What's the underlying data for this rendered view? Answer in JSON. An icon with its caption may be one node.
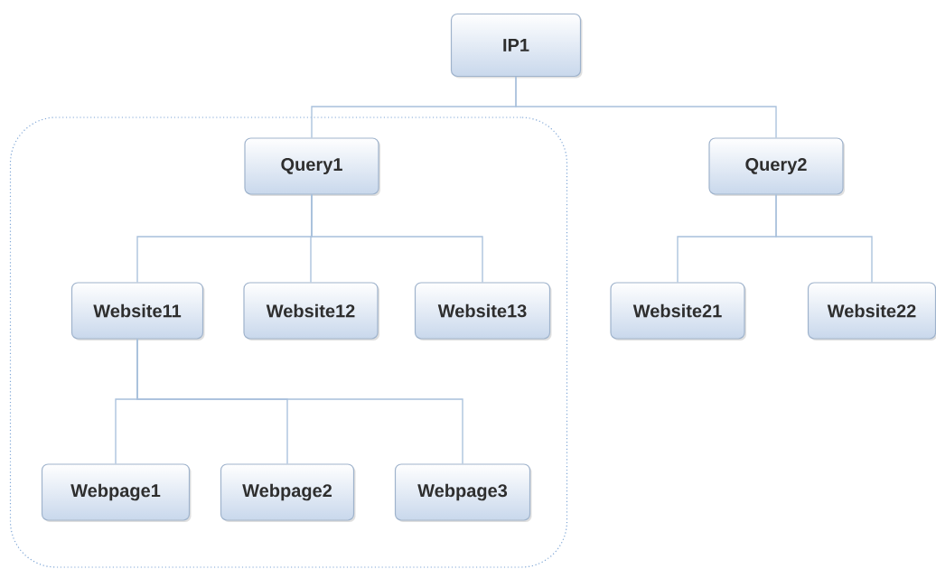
{
  "diagram": {
    "nodes": [
      {
        "text": [
          "IP1"
        ]
      },
      {
        "text": [],
        "shape": "box"
      },
      {
        "text": [
          "Query1"
        ],
        "in": 1
      },
      {
        "text": [
          "Query2"
        ]
      },
      {
        "text": [
          "Website11"
        ],
        "in": 1
      },
      {
        "text": [
          "Website12"
        ],
        "in": 1
      },
      {
        "text": [
          "Website13"
        ],
        "in": 1
      },
      {
        "text": [
          "Website21"
        ]
      },
      {
        "text": [
          "Website22"
        ]
      },
      {
        "text": [
          "Webpage1"
        ],
        "in": 1
      },
      {
        "text": [
          "Webpage2"
        ],
        "in": 1
      },
      {
        "text": [
          "Webpage3"
        ],
        "in": 1
      }
    ],
    "edges": [
      {
        "from": 0,
        "to": 2,
        "arrow": "none"
      },
      {
        "from": 0,
        "to": 3,
        "arrow": "none"
      },
      {
        "from": 2,
        "to": 4,
        "arrow": "none"
      },
      {
        "from": 2,
        "to": 5,
        "arrow": "none"
      },
      {
        "from": 2,
        "to": 6,
        "arrow": "none"
      },
      {
        "from": 3,
        "to": 7,
        "arrow": "none"
      },
      {
        "from": 3,
        "to": 8,
        "arrow": "none"
      },
      {
        "from": 4,
        "to": 9,
        "arrow": "none"
      },
      {
        "from": 4,
        "to": 10,
        "arrow": "none"
      },
      {
        "from": 4,
        "to": 11,
        "arrow": "none"
      }
    ]
  }
}
